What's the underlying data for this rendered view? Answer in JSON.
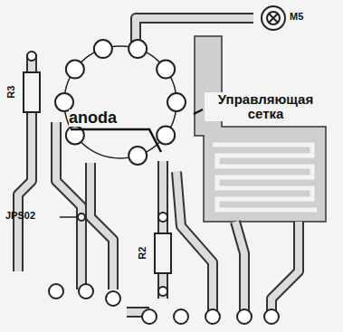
{
  "diagram": {
    "labels": [
      "M5",
      "R3",
      "anoda",
      "Управляющая сетка",
      "JPS02",
      "R2"
    ]
  }
}
